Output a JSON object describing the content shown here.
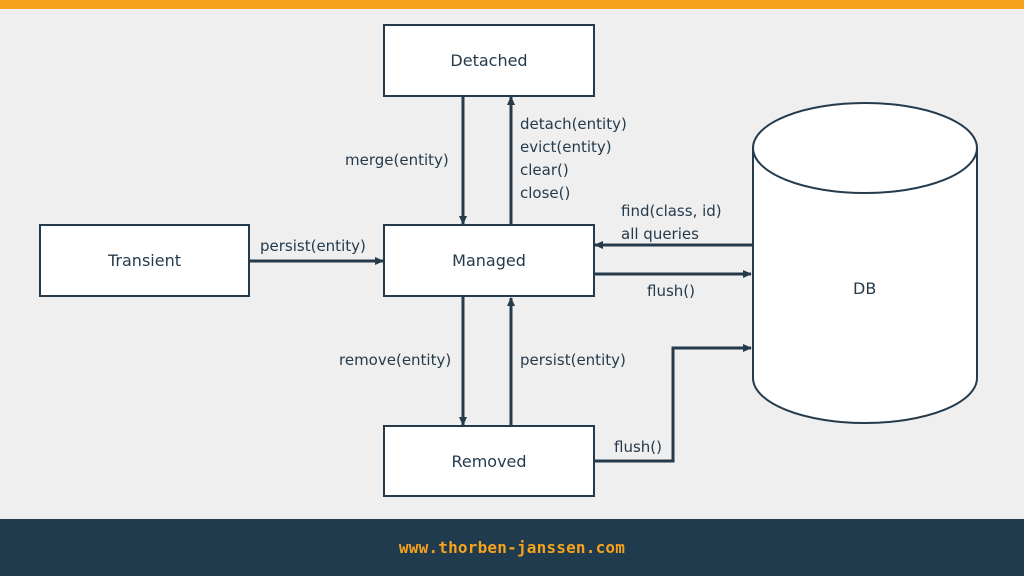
{
  "states": {
    "detached": "Detached",
    "transient": "Transient",
    "managed": "Managed",
    "removed": "Removed"
  },
  "database": {
    "label": "DB"
  },
  "transitions": {
    "merge": "merge(entity)",
    "detach": [
      "detach(entity)",
      "evict(entity)",
      "clear()",
      "close()"
    ],
    "persist_from_transient": "persist(entity)",
    "remove": "remove(entity)",
    "persist_from_removed": "persist(entity)",
    "find": [
      "find(class, id)",
      "all queries"
    ],
    "flush_managed": "flush()",
    "flush_removed": "flush()"
  },
  "footer": {
    "link": "www.thorben-janssen.com"
  },
  "colors": {
    "accent": "#f7a21b",
    "footer_bg": "#1f3b4d",
    "line": "#253b4c",
    "background": "#efefef"
  }
}
